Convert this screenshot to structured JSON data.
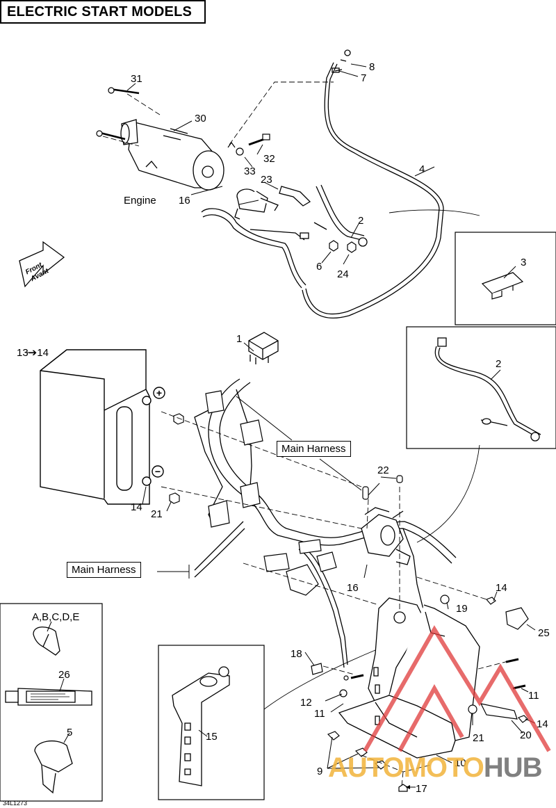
{
  "title": "ELECTRIC START MODELS",
  "figure_code": "34L1273",
  "labels": {
    "engine": "Engine",
    "front": "Front",
    "front_fr": "Avant",
    "main_harness_1": "Main Harness",
    "main_harness_2": "Main Harness"
  },
  "part_numbers": {
    "p1": "1",
    "p2a": "2",
    "p2b": "2",
    "p3": "3",
    "p4": "4",
    "p5": "5",
    "p6": "6",
    "p7": "7",
    "p8": "8",
    "p9": "9",
    "p10": "10",
    "p11a": "11",
    "p11b": "11",
    "p12": "12",
    "p13_14": "13➔14",
    "p14a": "14",
    "p14b": "14",
    "p14c": "14",
    "p15": "15",
    "p16a": "16",
    "p16b": "16",
    "p17": "17",
    "p18": "18",
    "p19": "19",
    "p20": "20",
    "p21a": "21",
    "p21b": "21",
    "p22": "22",
    "p23": "23",
    "p24": "24",
    "p25": "25",
    "p26": "26",
    "p30": "30",
    "p31": "31",
    "p32": "32",
    "p33": "33",
    "kit_letters": "A,B,C,D,E"
  },
  "terminals": {
    "plus": "+",
    "minus": "−"
  },
  "watermark": {
    "part_a": "AUTOMOTO",
    "part_b": "HUB",
    "color_a": "#f2b33a",
    "color_b": "#6b6b6b",
    "logo_color": "#e03a3a"
  }
}
